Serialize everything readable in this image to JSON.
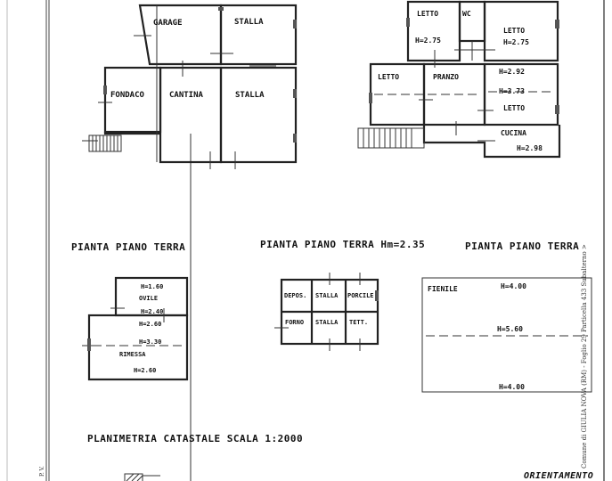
{
  "titles": {
    "t1": "PIANTA PIANO TERRA",
    "t2": "PIANTA PIANO TERRA Hm=2.35",
    "t3": "PIANTA PIANO TERRA",
    "scale": "PLANIMETRIA CATASTALE SCALA 1:2000",
    "orient": "ORIENTAMENTO"
  },
  "plan1": {
    "garage": "GARAGE",
    "stalla1": "STALLA",
    "fondaco": "FONDACO",
    "cantina": "CANTINA",
    "stalla2": "STALLA"
  },
  "plan2": {
    "letto1": "LETTO",
    "h1": "H=2.75",
    "wc": "WC",
    "letto2": "LETTO",
    "h2": "H=2.75",
    "letto3": "LETTO",
    "pranzo": "PRANZO",
    "h3": "H=2.92",
    "h4": "H=3.73",
    "letto4": "LETTO",
    "cucina": "CUCINA",
    "h5": "H=2.98"
  },
  "plan3": {
    "h1": "H=1.60",
    "ovile": "OVILE",
    "h2": "H=2.40",
    "h3": "H=2.60",
    "h4": "H=3.30",
    "rimessa": "RIMESSA",
    "h5": "H=2.60"
  },
  "plan4": {
    "depos": "DEPOS.",
    "stalla1": "STALLA",
    "porcile": "PORCILE",
    "forno": "FORNO",
    "stalla2": "STALLA",
    "tett": "TETT."
  },
  "plan5": {
    "fienile": "FIENILE",
    "h1": "H=4.00",
    "h2": "H=5.60",
    "h3": "H=4.00"
  },
  "sidebar_text": "Comune di GIULIA NOVA (RM) - Foglio 29 Particella 433 Subalterno >",
  "margin_mark": "P. V."
}
